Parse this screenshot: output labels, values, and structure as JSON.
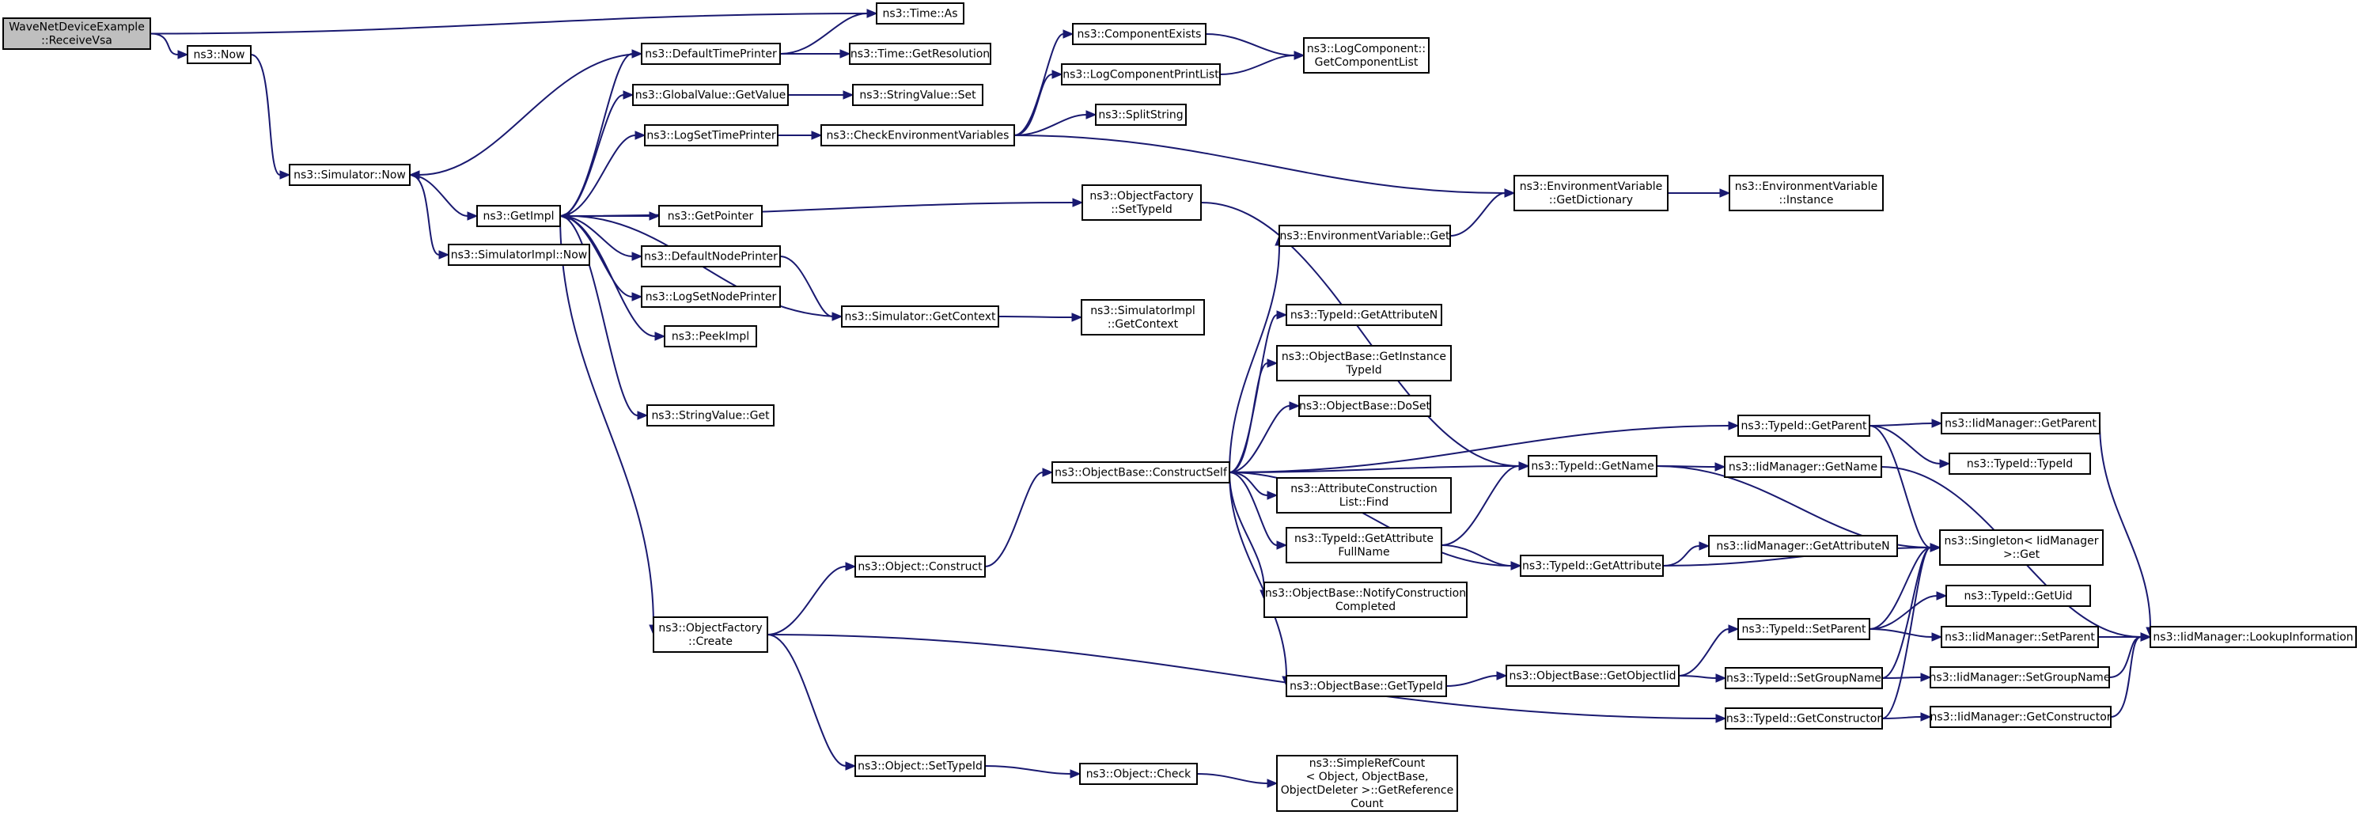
{
  "graph": {
    "colors": {
      "edge": "#191970",
      "root_fill": "#bfbfbf",
      "node_fill": "#ffffff",
      "node_border": "#000000"
    },
    "nodes": [
      {
        "id": "receive",
        "lines": [
          "WaveNetDeviceExample",
          "::ReceiveVsa"
        ],
        "root": true
      },
      {
        "id": "now",
        "lines": [
          "ns3::Now"
        ]
      },
      {
        "id": "time_as",
        "lines": [
          "ns3::Time::As"
        ]
      },
      {
        "id": "sim_now",
        "lines": [
          "ns3::Simulator::Now"
        ]
      },
      {
        "id": "getimpl",
        "lines": [
          "ns3::GetImpl"
        ]
      },
      {
        "id": "simimpl_now",
        "lines": [
          "ns3::SimulatorImpl::Now"
        ]
      },
      {
        "id": "default_time_printer",
        "lines": [
          "ns3::DefaultTimePrinter"
        ]
      },
      {
        "id": "globalvalue_getvalue",
        "lines": [
          "ns3::GlobalValue::GetValue"
        ]
      },
      {
        "id": "log_set_time_printer",
        "lines": [
          "ns3::LogSetTimePrinter"
        ]
      },
      {
        "id": "get_pointer",
        "lines": [
          "ns3::GetPointer"
        ]
      },
      {
        "id": "default_node_printer",
        "lines": [
          "ns3::DefaultNodePrinter"
        ]
      },
      {
        "id": "log_set_node_printer",
        "lines": [
          "ns3::LogSetNodePrinter"
        ]
      },
      {
        "id": "peek_impl",
        "lines": [
          "ns3::PeekImpl"
        ]
      },
      {
        "id": "stringvalue_get",
        "lines": [
          "ns3::StringValue::Get"
        ]
      },
      {
        "id": "objectfactory_create",
        "lines": [
          "ns3::ObjectFactory",
          "::Create"
        ]
      },
      {
        "id": "time_getresolution",
        "lines": [
          "ns3::Time::GetResolution"
        ]
      },
      {
        "id": "stringvalue_set",
        "lines": [
          "ns3::StringValue::Set"
        ]
      },
      {
        "id": "check_env_vars",
        "lines": [
          "ns3::CheckEnvironmentVariables"
        ]
      },
      {
        "id": "sim_getcontext",
        "lines": [
          "ns3::Simulator::GetContext"
        ]
      },
      {
        "id": "object_construct",
        "lines": [
          "ns3::Object::Construct"
        ]
      },
      {
        "id": "object_settypeid",
        "lines": [
          "ns3::Object::SetTypeId"
        ]
      },
      {
        "id": "component_exists",
        "lines": [
          "ns3::ComponentExists"
        ]
      },
      {
        "id": "log_component_print_list",
        "lines": [
          "ns3::LogComponentPrintList"
        ]
      },
      {
        "id": "split_string",
        "lines": [
          "ns3::SplitString"
        ]
      },
      {
        "id": "objectfactory_settypeid",
        "lines": [
          "ns3::ObjectFactory",
          "::SetTypeId"
        ]
      },
      {
        "id": "simimpl_getcontext",
        "lines": [
          "ns3::SimulatorImpl",
          "::GetContext"
        ]
      },
      {
        "id": "objectbase_constructself",
        "lines": [
          "ns3::ObjectBase::ConstructSelf"
        ]
      },
      {
        "id": "object_check",
        "lines": [
          "ns3::Object::Check"
        ]
      },
      {
        "id": "logcomponent_getcomponentlist",
        "lines": [
          "ns3::LogComponent::",
          "GetComponentList"
        ]
      },
      {
        "id": "envvar_get",
        "lines": [
          "ns3::EnvironmentVariable::Get"
        ]
      },
      {
        "id": "typeid_getattributen",
        "lines": [
          "ns3::TypeId::GetAttributeN"
        ]
      },
      {
        "id": "objectbase_getinstancetypeid",
        "lines": [
          "ns3::ObjectBase::GetInstance",
          "TypeId"
        ]
      },
      {
        "id": "objectbase_doset",
        "lines": [
          "ns3::ObjectBase::DoSet"
        ]
      },
      {
        "id": "attributeconstructionlist_find",
        "lines": [
          "ns3::AttributeConstruction",
          "List::Find"
        ]
      },
      {
        "id": "typeid_getattributefullname",
        "lines": [
          "ns3::TypeId::GetAttribute",
          "FullName"
        ]
      },
      {
        "id": "objectbase_notifyconstructioncompleted",
        "lines": [
          "ns3::ObjectBase::NotifyConstruction",
          "Completed"
        ]
      },
      {
        "id": "objectbase_gettypeid",
        "lines": [
          "ns3::ObjectBase::GetTypeId"
        ]
      },
      {
        "id": "simplerefcount_getreferencecount",
        "lines": [
          "ns3::SimpleRefCount",
          "< Object, ObjectBase,",
          " ObjectDeleter >::GetReference",
          "Count"
        ]
      },
      {
        "id": "envvar_getdictionary",
        "lines": [
          "ns3::EnvironmentVariable",
          "::GetDictionary"
        ]
      },
      {
        "id": "typeid_getname",
        "lines": [
          "ns3::TypeId::GetName"
        ]
      },
      {
        "id": "typeid_getattribute",
        "lines": [
          "ns3::TypeId::GetAttribute"
        ]
      },
      {
        "id": "objectbase_getobjectiid",
        "lines": [
          "ns3::ObjectBase::GetObjectIid"
        ]
      },
      {
        "id": "envvar_instance",
        "lines": [
          "ns3::EnvironmentVariable",
          "::Instance"
        ]
      },
      {
        "id": "typeid_getparent",
        "lines": [
          "ns3::TypeId::GetParent"
        ]
      },
      {
        "id": "iidmanager_getname",
        "lines": [
          "ns3::IidManager::GetName"
        ]
      },
      {
        "id": "iidmanager_getattributen",
        "lines": [
          "ns3::IidManager::GetAttributeN"
        ]
      },
      {
        "id": "typeid_setparent",
        "lines": [
          "ns3::TypeId::SetParent"
        ]
      },
      {
        "id": "typeid_setgroupname",
        "lines": [
          "ns3::TypeId::SetGroupName"
        ]
      },
      {
        "id": "typeid_getconstructor",
        "lines": [
          "ns3::TypeId::GetConstructor"
        ]
      },
      {
        "id": "iidmanager_getparent",
        "lines": [
          "ns3::IidManager::GetParent"
        ]
      },
      {
        "id": "typeid_typeid",
        "lines": [
          "ns3::TypeId::TypeId"
        ]
      },
      {
        "id": "singleton_get",
        "lines": [
          "ns3::Singleton< IidManager",
          " >::Get"
        ]
      },
      {
        "id": "typeid_getuid",
        "lines": [
          "ns3::TypeId::GetUid"
        ]
      },
      {
        "id": "iidmanager_setparent",
        "lines": [
          "ns3::IidManager::SetParent"
        ]
      },
      {
        "id": "iidmanager_setgroupname",
        "lines": [
          "ns3::IidManager::SetGroupName"
        ]
      },
      {
        "id": "iidmanager_getconstructor",
        "lines": [
          "ns3::IidManager::GetConstructor"
        ]
      },
      {
        "id": "iidmanager_lookupinformation",
        "lines": [
          "ns3::IidManager::LookupInformation"
        ]
      }
    ],
    "edges": [
      [
        "receive",
        "now"
      ],
      [
        "receive",
        "time_as"
      ],
      [
        "now",
        "sim_now"
      ],
      [
        "sim_now",
        "getimpl"
      ],
      [
        "sim_now",
        "simimpl_now"
      ],
      [
        "getimpl",
        "default_time_printer"
      ],
      [
        "getimpl",
        "globalvalue_getvalue"
      ],
      [
        "getimpl",
        "log_set_time_printer"
      ],
      [
        "getimpl",
        "get_pointer"
      ],
      [
        "getimpl",
        "default_node_printer"
      ],
      [
        "getimpl",
        "log_set_node_printer"
      ],
      [
        "getimpl",
        "peek_impl"
      ],
      [
        "getimpl",
        "stringvalue_get"
      ],
      [
        "getimpl",
        "objectfactory_create"
      ],
      [
        "getimpl",
        "objectfactory_settypeid"
      ],
      [
        "default_time_printer",
        "time_as"
      ],
      [
        "default_time_printer",
        "time_getresolution"
      ],
      [
        "default_time_printer",
        "sim_now"
      ],
      [
        "globalvalue_getvalue",
        "stringvalue_set"
      ],
      [
        "log_set_time_printer",
        "check_env_vars"
      ],
      [
        "check_env_vars",
        "component_exists"
      ],
      [
        "check_env_vars",
        "log_component_print_list"
      ],
      [
        "check_env_vars",
        "split_string"
      ],
      [
        "check_env_vars",
        "envvar_getdictionary"
      ],
      [
        "component_exists",
        "logcomponent_getcomponentlist"
      ],
      [
        "log_component_print_list",
        "logcomponent_getcomponentlist"
      ],
      [
        "default_node_printer",
        "sim_getcontext"
      ],
      [
        "sim_getcontext",
        "simimpl_getcontext"
      ],
      [
        "sim_getcontext",
        "getimpl"
      ],
      [
        "objectfactory_settypeid",
        "typeid_getname"
      ],
      [
        "objectfactory_create",
        "object_construct"
      ],
      [
        "objectfactory_create",
        "object_settypeid"
      ],
      [
        "objectfactory_create",
        "typeid_getconstructor"
      ],
      [
        "object_construct",
        "objectbase_constructself"
      ],
      [
        "object_settypeid",
        "object_check"
      ],
      [
        "object_check",
        "simplerefcount_getreferencecount"
      ],
      [
        "objectbase_constructself",
        "envvar_get"
      ],
      [
        "objectbase_constructself",
        "typeid_getparent"
      ],
      [
        "objectbase_constructself",
        "typeid_getattributen"
      ],
      [
        "objectbase_constructself",
        "objectbase_getinstancetypeid"
      ],
      [
        "objectbase_constructself",
        "objectbase_doset"
      ],
      [
        "objectbase_constructself",
        "typeid_getname"
      ],
      [
        "objectbase_constructself",
        "attributeconstructionlist_find"
      ],
      [
        "objectbase_constructself",
        "typeid_getattributefullname"
      ],
      [
        "objectbase_constructself",
        "objectbase_notifyconstructioncompleted"
      ],
      [
        "objectbase_constructself",
        "typeid_getattribute"
      ],
      [
        "objectbase_constructself",
        "objectbase_gettypeid"
      ],
      [
        "envvar_get",
        "envvar_getdictionary"
      ],
      [
        "envvar_getdictionary",
        "envvar_instance"
      ],
      [
        "typeid_getattributefullname",
        "typeid_getname"
      ],
      [
        "typeid_getattributefullname",
        "typeid_getattribute"
      ],
      [
        "objectbase_gettypeid",
        "objectbase_getobjectiid"
      ],
      [
        "objectbase_getobjectiid",
        "typeid_setparent"
      ],
      [
        "objectbase_getobjectiid",
        "typeid_setgroupname"
      ],
      [
        "typeid_getname",
        "iidmanager_getname"
      ],
      [
        "typeid_getname",
        "singleton_get"
      ],
      [
        "typeid_getattribute",
        "iidmanager_getattributen"
      ],
      [
        "typeid_getattribute",
        "singleton_get"
      ],
      [
        "typeid_getparent",
        "iidmanager_getparent"
      ],
      [
        "typeid_getparent",
        "typeid_typeid"
      ],
      [
        "typeid_getparent",
        "singleton_get"
      ],
      [
        "typeid_setparent",
        "typeid_getuid"
      ],
      [
        "typeid_setparent",
        "iidmanager_setparent"
      ],
      [
        "typeid_setparent",
        "singleton_get"
      ],
      [
        "typeid_setgroupname",
        "iidmanager_setgroupname"
      ],
      [
        "typeid_setgroupname",
        "singleton_get"
      ],
      [
        "typeid_getconstructor",
        "iidmanager_getconstructor"
      ],
      [
        "typeid_getconstructor",
        "singleton_get"
      ],
      [
        "iidmanager_getname",
        "iidmanager_lookupinformation"
      ],
      [
        "iidmanager_getparent",
        "iidmanager_lookupinformation"
      ],
      [
        "iidmanager_setparent",
        "iidmanager_lookupinformation"
      ],
      [
        "iidmanager_setgroupname",
        "iidmanager_lookupinformation"
      ],
      [
        "iidmanager_getconstructor",
        "iidmanager_lookupinformation"
      ]
    ]
  }
}
